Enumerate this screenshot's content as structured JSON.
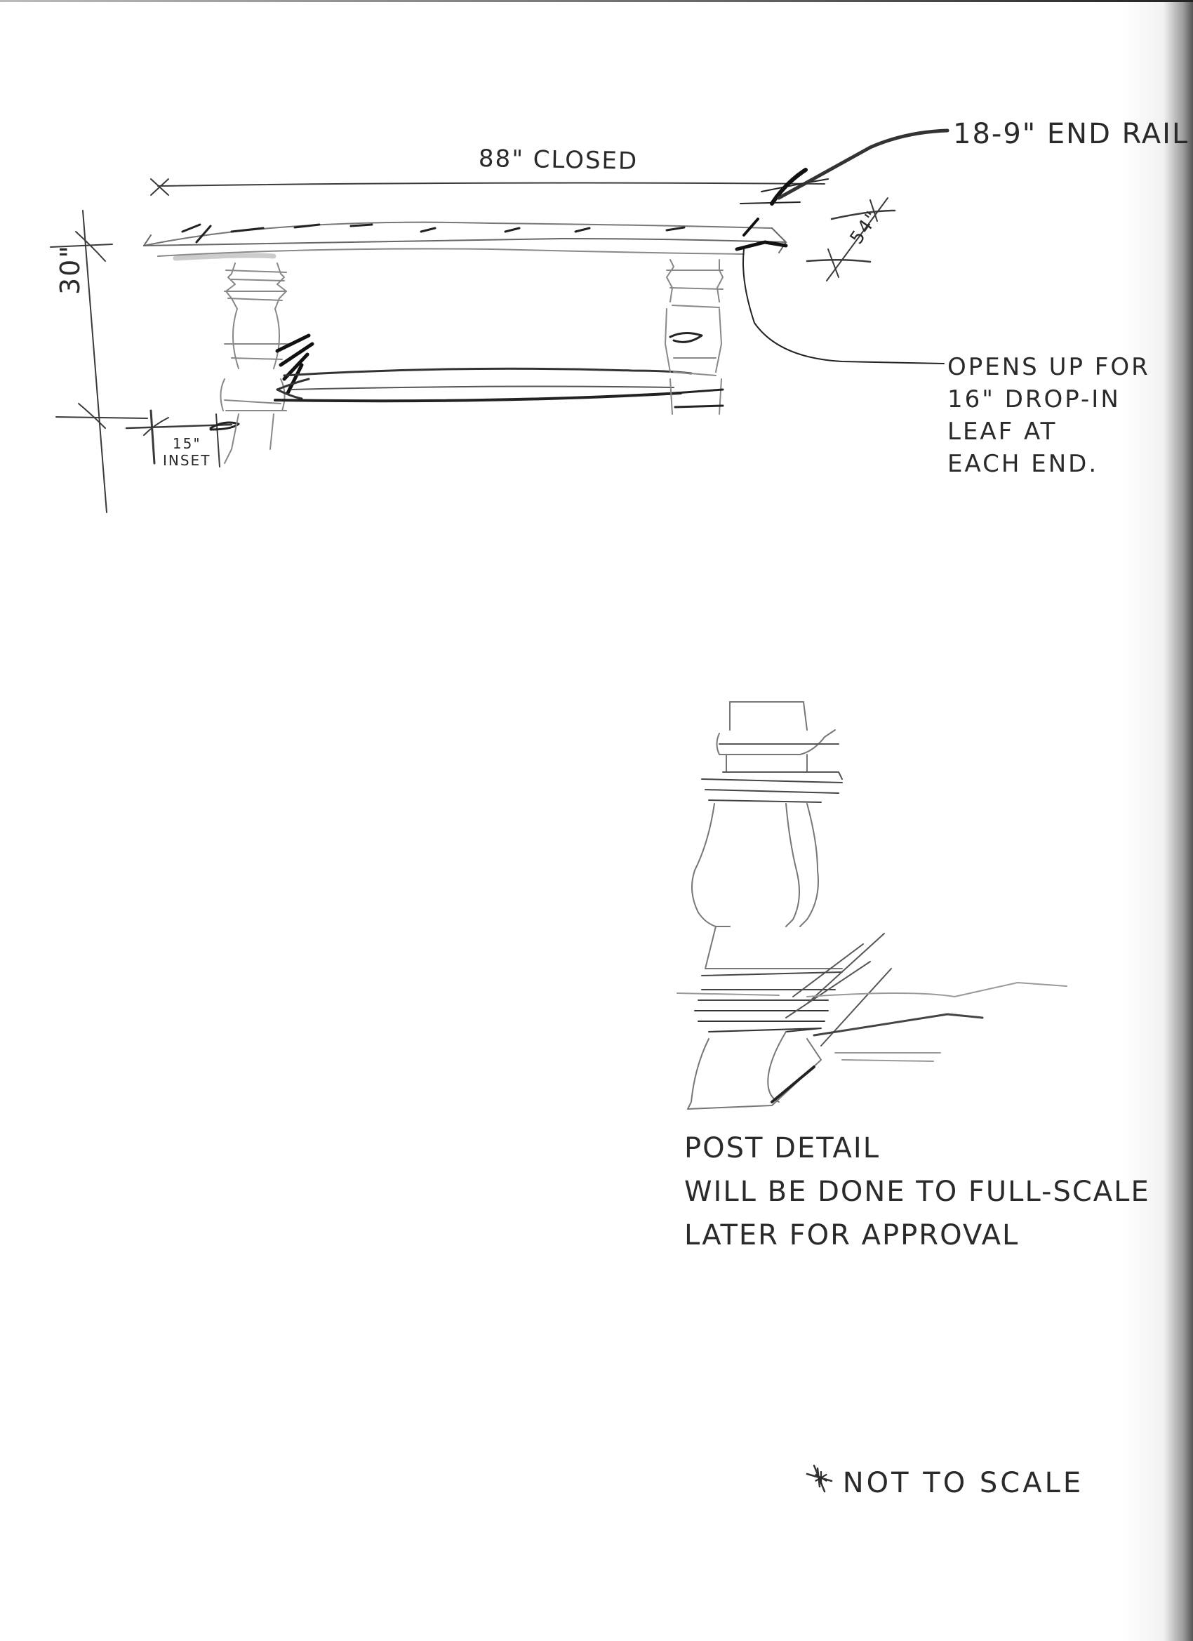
{
  "drawing": {
    "type": "hand sketch",
    "subject": "table elevation and post detail",
    "ink_color": "#2a2a2a",
    "paper_color": "#ffffff"
  },
  "dimensions": {
    "length": "88\" CLOSED",
    "height": "30\"",
    "inset": [
      "15\"",
      "INSET"
    ],
    "end_rail": "18-9\" END RAIL",
    "width": "54\""
  },
  "notes": {
    "leaf": [
      "OPENS UP FOR",
      "16\" DROP-IN",
      "LEAF AT",
      "EACH END."
    ],
    "post_detail": [
      "POST DETAIL",
      "WILL BE DONE TO FULL-SCALE",
      "LATER FOR APPROVAL"
    ],
    "scale": "* NOT TO SCALE"
  },
  "icons": {
    "leader_arrow": "arrow",
    "dimension_tick": "cross-tick"
  }
}
